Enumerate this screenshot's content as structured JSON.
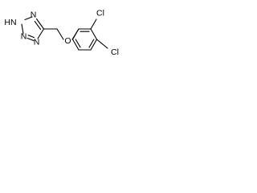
{
  "molecule": {
    "atom_labels": {
      "tetrazole_n_top": "N",
      "tetrazole_nh": "HN",
      "tetrazole_n3": "N",
      "tetrazole_n4": "N",
      "ether_oxygen": "O",
      "chlorine_ortho": "Cl",
      "chlorine_para": "Cl"
    },
    "colors": {
      "bond": "#000000",
      "label": "#000000",
      "background": "#ffffff"
    }
  }
}
